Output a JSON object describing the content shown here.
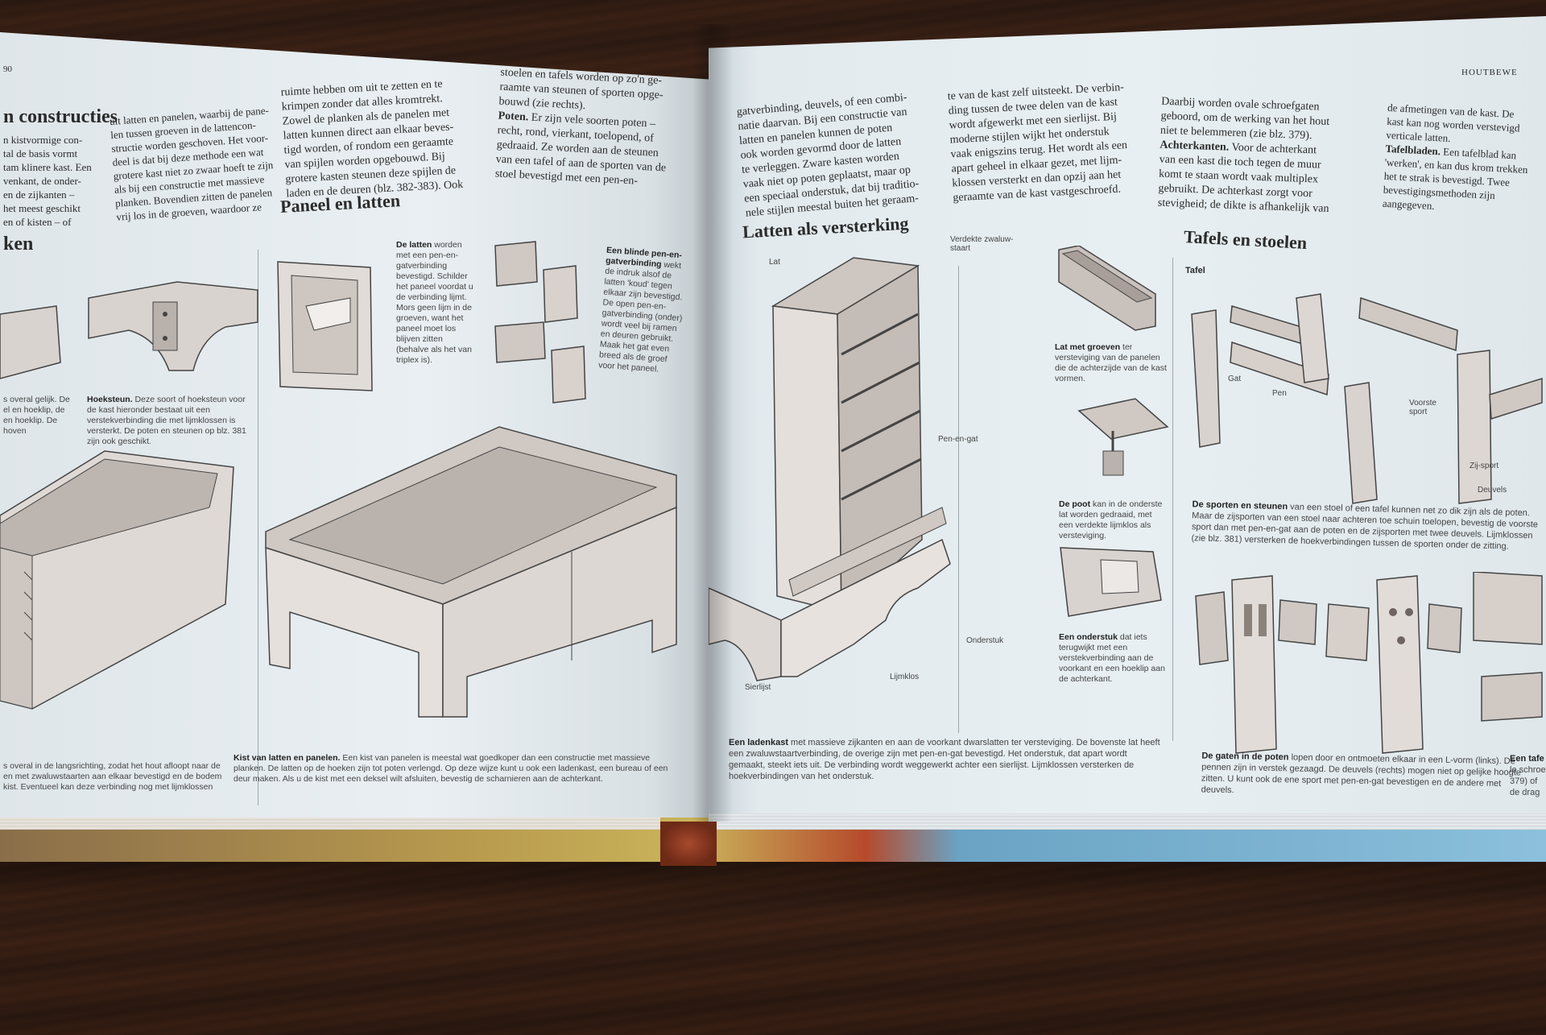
{
  "left_page": {
    "page_number": "90",
    "section_heading": "n constructies",
    "sub_heading_left": "ken",
    "col1_text": "n kistvormige con-\ntal de basis vormt\ntam klinere kast. Een\nvenkant, de onder-\nen de zijkanten –\nhet meest geschikt\nen of kisten – of",
    "col2_text": "uit latten en panelen, waarbij de pane-\nlen tussen groeven in de lattencon-\nstructie worden geschoven. Het voor-\ndeel is dat bij deze methode een wat\ngrotere kast niet zo zwaar hoeft te zijn\nals bij een constructie met massieve\nplanken. Bovendien zitten de panelen\nvrij los in de groeven, waardoor ze",
    "col3_text": "ruimte hebben om uit te zetten en te\nkrimpen zonder dat alles kromtrekt.\nZowel de planken als de panelen met\nlatten kunnen direct aan elkaar beves-\ntigd worden, of rondom een geraamte\nvan spijlen worden opgebouwd. Bij\ngrotere kasten steunen deze spijlen de\nladen en de deuren (blz. 382-383). Ook",
    "col4_text": "stoelen en tafels worden op zo'n ge-\nraamte van steunen of sporten opge-\nbouwd (zie rechts).",
    "poten_title": "Poten.",
    "poten_text": " Er zijn vele soorten poten –\nrecht, rond, vierkant, toelopend, of\ngedraaid. Ze worden aan de steunen\nvan een tafel of aan de sporten van de\nstoel bevestigd met een pen-en-",
    "paneel_heading": "Paneel en latten",
    "latten_cap_bold": "De latten",
    "latten_cap": " worden met een pen-en-gatverbinding bevestigd. Schilder het paneel voordat u de verbinding lijmt. Mors geen lijm in de groeven, want het paneel moet los blijven zitten (behalve als het van triplex is).",
    "blind_cap_bold": "Een blinde pen-en-gatverbinding",
    "blind_cap": " wekt de indruk alsof de latten 'koud' tegen elkaar zijn bevestigd. De open pen-en-gatverbinding (onder) wordt veel bij ramen en deuren gebruikt. Maak het gat even breed als de groef voor het paneel.",
    "hoek_cap_bold": "Hoeksteun.",
    "hoek_cap": " Deze soort of hoeksteun voor de kast hieronder bestaat uit een verstekverbinding die met lijmklossen is versterkt. De poten en steunen op blz. 381 zijn ook geschikt.",
    "left_cap_small": "s overal gelijk. De\nel en hoeklip, de\nen hoeklip. De\nhoven",
    "kist_cap_bold": "Kist van latten en panelen.",
    "kist_cap": " Een kist van panelen is meestal wat goedkoper dan een constructie met massieve planken. De latten op de hoeken zijn tot poten verlengd. Op deze wijze kunt u ook een ladenkast, een bureau of een deur maken. Als u de kist met een deksel wilt afsluiten, bevestig de scharnieren aan de achterkant.",
    "bottom_left_cap": "s overal in de langsrichting, zodat het hout afloopt naar de\nen met zwaluwstaarten aan elkaar bevestigd en de bodem\nkist. Eventueel kan deze verbinding nog met lijmklossen"
  },
  "right_page": {
    "running_head": "HOUTBEWE",
    "col1_text": "gatverbinding, deuvels, of een combi-\nnatie daarvan. Bij een constructie van\nlatten en panelen kunnen de poten\nook worden gevormd door de latten\nte verleggen. Zware kasten worden\nvaak niet op poten geplaatst, maar op\neen speciaal onderstuk, dat bij traditio-\nnele stijlen meestal buiten het geraam-",
    "col2_text": "te van de kast zelf uitsteekt. De verbin-\nding tussen de twee delen van de kast\nwordt afgewerkt met een sierlijst. Bij\nmoderne stijlen wijkt het onderstuk\nvaak enigszins terug. Het wordt als een\napart geheel in elkaar gezet, met lijm-\nklossen versterkt en dan opzij aan het\ngeraamte van de kast vastgeschroefd.",
    "col3_text": "Daarbij worden ovale schroefgaten\ngeboord, om de werking van het hout\nniet te belemmeren (zie blz. 379).",
    "achter_title": "Achterkanten.",
    "achter_text": " Voor de achterkant\nvan een kast die toch tegen de muur\nkomt te staan wordt vaak multiplex\ngebruikt. De achterkast zorgt voor\nstevigheid; de dikte is afhankelijk van",
    "col4_text": "de afmetingen van de kast. De\nkast kan nog worden verstevigd\nverticale latten.",
    "tafel_title": "Tafelbladen.",
    "tafel_text": " Een tafelblad kan\n'werken', en kan dus krom trekken\nhet te strak is bevestigd. Twee\nbevestigingsmethoden zijn\naangegeven.",
    "latten_heading": "Latten als versterking",
    "tafels_heading": "Tafels en stoelen",
    "tafel_label": "Tafel",
    "labels": {
      "lat": "Lat",
      "verdekte": "Verdekte zwaluw-\nstaart",
      "pen_en_gat": "Pen-en-gat",
      "onderstuk": "Onderstuk",
      "lijmklos": "Lijmklos",
      "sierlijst": "Sierlijst",
      "gat": "Gat",
      "pen": "Pen",
      "voorste_sport": "Voorste\nsport",
      "zij_sport": "Zij-sport",
      "deuvels": "Deuvels"
    },
    "groeven_cap_bold": "Lat met groeven",
    "groeven_cap": " ter versteviging van de panelen die de achterzijde van de kast vormen.",
    "poot_cap_bold": "De poot",
    "poot_cap": " kan in de onderste lat worden gedraaid, met een verdekte lijmklos als versteviging.",
    "onderstuk_cap_bold": "Een onderstuk",
    "onderstuk_cap": " dat iets terugwijkt met een verstekverbinding aan de voorkant en een hoeklip aan de achterkant.",
    "ladenkast_cap_bold": "Een ladenkast",
    "ladenkast_cap": " met massieve zijkanten en aan de voorkant dwarslatten ter versteviging. De bovenste lat heeft een zwaluwstaartverbinding, de overige zijn met pen-en-gat bevestigd. Het onderstuk, dat apart wordt gemaakt, steekt iets uit. De verbinding wordt weggewerkt achter een sierlijst. Lijmklossen versterken de hoekverbindingen van het onderstuk.",
    "sporten_cap_bold": "De sporten en steunen",
    "sporten_cap": " van een stoel of een tafel kunnen net zo dik zijn als de poten. Maar de zijsporten van een stoel naar achteren toe schuin toelopen, bevestig de voorste sport dan met pen-en-gat aan de poten en de zijsporten met twee deuvels. Lijmklossen (zie blz. 381) versterken de hoekverbindingen tussen de sporten onder de zitting.",
    "gaten_cap_bold": "De gaten in de poten",
    "gaten_cap": " lopen door en ontmoeten elkaar in een L-vorm (links). De pennen zijn in verstek gezaagd. De deuvels (rechts) mogen niet op gelijke hoogte zitten. U kunt ook de ene sport met pen-en-gat bevestigen en de andere met deuvels.",
    "tafel_small_bold": "Een tafe",
    "tafel_small": "le schroe\n379) of\nde drag"
  }
}
